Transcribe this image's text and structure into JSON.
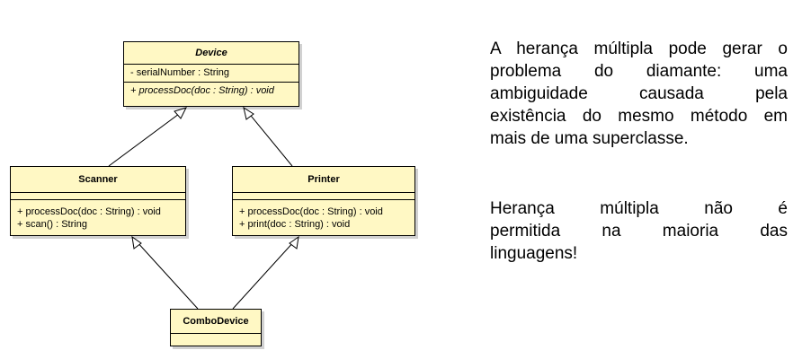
{
  "diagram": {
    "classes": {
      "device": {
        "name": "Device",
        "attributes": [
          "- serialNumber : String"
        ],
        "operations": [
          "+ processDoc(doc : String) : void"
        ]
      },
      "scanner": {
        "name": "Scanner",
        "operations": [
          "+ processDoc(doc : String) : void",
          "+ scan() : String"
        ]
      },
      "printer": {
        "name": "Printer",
        "operations": [
          "+ processDoc(doc : String) : void",
          "+ print(doc : String) : void"
        ]
      },
      "combo": {
        "name": "ComboDevice"
      }
    }
  },
  "text": {
    "paragraph1": [
      "A herança múltipla pode gerar o",
      "problema do diamante: uma",
      "ambiguidade causada pela",
      "existência do mesmo método em",
      "mais de uma superclasse."
    ],
    "paragraph2": [
      "Herança múltipla não é",
      "permitida na maioria das",
      "linguagens!"
    ]
  }
}
